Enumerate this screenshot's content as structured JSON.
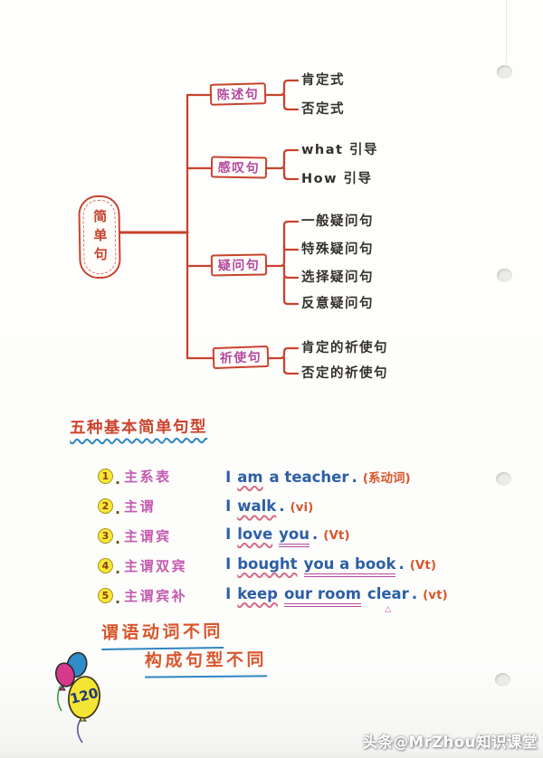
{
  "page": {
    "number_on_balloon": "120",
    "watermark": "头条@MrZhou知识课堂"
  },
  "mindmap": {
    "root": "简单句",
    "branches": [
      {
        "label": "陈述句",
        "children": [
          "肯定式",
          "否定式"
        ]
      },
      {
        "label": "感叹句",
        "children": [
          "what 引导",
          "How 引导"
        ]
      },
      {
        "label": "疑问句",
        "children": [
          "一般疑问句",
          "特殊疑问句",
          "选择疑问句",
          "反意疑问句"
        ]
      },
      {
        "label": "祈使句",
        "children": [
          "肯定的祈使句",
          "否定的祈使句"
        ]
      }
    ]
  },
  "patterns": {
    "heading": "五种基本简单句型",
    "dot": ".",
    "triangle": "△",
    "rows": [
      {
        "num": "1",
        "label": "主系表",
        "words": [
          {
            "t": "I"
          },
          {
            "t": "am"
          },
          {
            "t": "a teacher"
          },
          {
            "t": "."
          }
        ],
        "note": "(系动词)"
      },
      {
        "num": "2",
        "label": "主谓",
        "words": [
          {
            "t": "I"
          },
          {
            "t": "walk"
          },
          {
            "t": "."
          }
        ],
        "note": "(vi)"
      },
      {
        "num": "3",
        "label": "主谓宾",
        "words": [
          {
            "t": "I"
          },
          {
            "t": "love"
          },
          {
            "t": "you"
          },
          {
            "t": "."
          }
        ],
        "note": "(Vt)"
      },
      {
        "num": "4",
        "label": "主谓双宾",
        "words": [
          {
            "t": "I"
          },
          {
            "t": "bought"
          },
          {
            "t": "you a book"
          },
          {
            "t": "."
          }
        ],
        "note": "(Vt)"
      },
      {
        "num": "5",
        "label": "主谓宾补",
        "words": [
          {
            "t": "I"
          },
          {
            "t": "keep"
          },
          {
            "t": "our room"
          },
          {
            "t": "clear"
          },
          {
            "t": "."
          }
        ],
        "note": "(vt)"
      }
    ]
  },
  "slogan": {
    "line1": "谓语动词不同",
    "line2": "构成句型不同"
  },
  "colors": {
    "ink_red": "#c8432e",
    "ink_magenta": "#b34a9e",
    "ink_blue": "#2d5fa6",
    "ink_orange": "#d9562c",
    "underline_blue": "#2f86c0",
    "balloon_pink": "#d63a8c",
    "balloon_blue": "#2f8dc9",
    "balloon_yellow": "#f4e534"
  }
}
